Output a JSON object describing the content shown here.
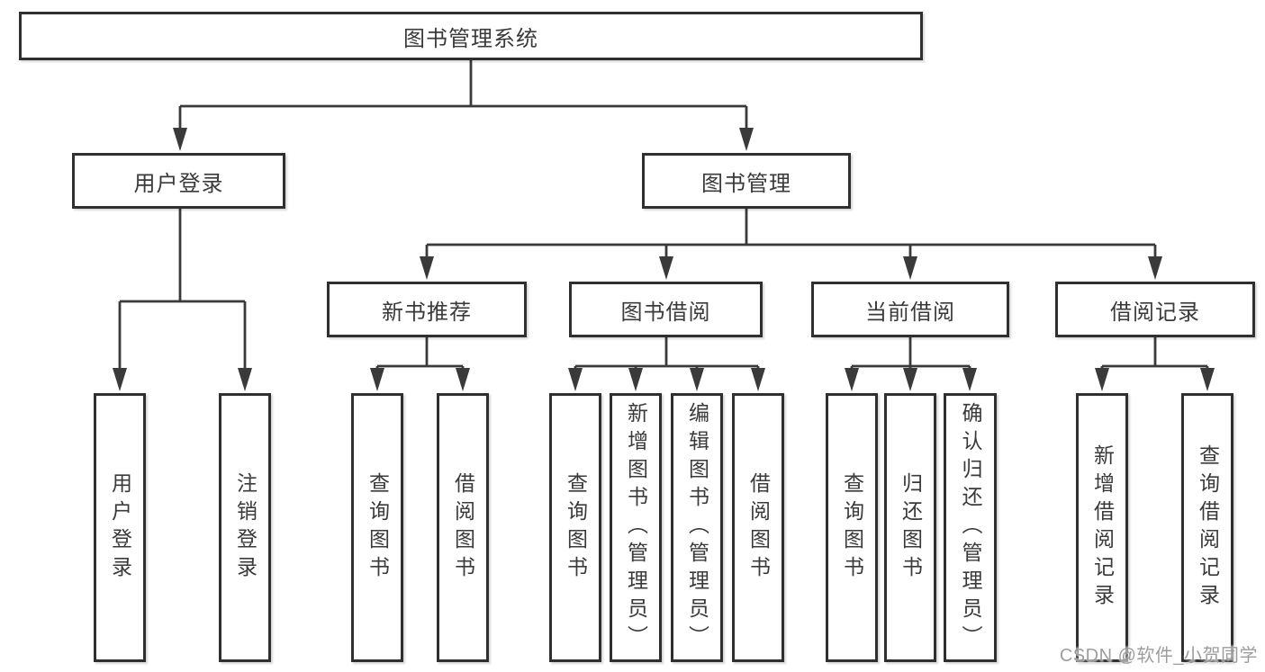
{
  "tree": {
    "label": "图书管理系统",
    "children": [
      {
        "label": "用户登录",
        "children": [
          {
            "label": "用户登录"
          },
          {
            "label": "注销登录"
          }
        ]
      },
      {
        "label": "图书管理",
        "children": [
          {
            "label": "新书推荐",
            "children": [
              {
                "label": "查询图书"
              },
              {
                "label": "借阅图书"
              }
            ]
          },
          {
            "label": "图书借阅",
            "children": [
              {
                "label": "查询图书"
              },
              {
                "label": "新增图书（管理员）"
              },
              {
                "label": "编辑图书（管理员）"
              },
              {
                "label": "借阅图书"
              }
            ]
          },
          {
            "label": "当前借阅",
            "children": [
              {
                "label": "查询图书"
              },
              {
                "label": "归还图书"
              },
              {
                "label": "确认归还（管理员）"
              }
            ]
          },
          {
            "label": "借阅记录",
            "children": [
              {
                "label": "新增借阅记录"
              },
              {
                "label": "查询借阅记录"
              }
            ]
          }
        ]
      }
    ]
  },
  "watermark": "CSDN @软件_小贺同学",
  "colors": {
    "line": "#3a3a3a",
    "box_border": "#2f2f2f",
    "box_fill": "#ffffff",
    "text": "#3a3a3a",
    "background": "#ffffff",
    "watermark": "#989898"
  }
}
